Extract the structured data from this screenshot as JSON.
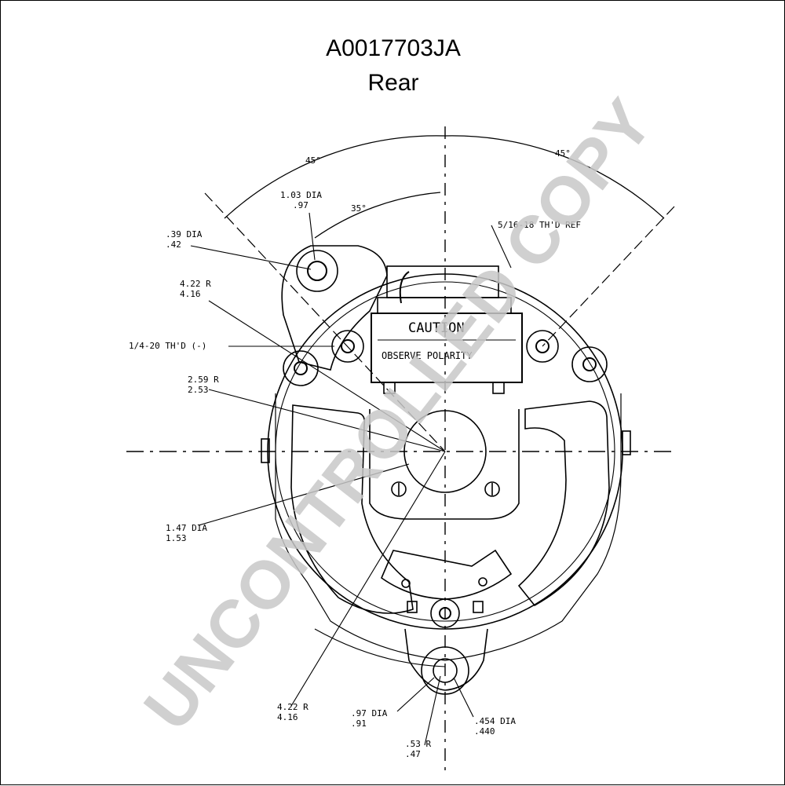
{
  "header": {
    "part_number": "A0017703JA",
    "view": "Rear"
  },
  "dimensions": {
    "angle_left": "45°",
    "angle_right": "45°",
    "angle_inner": "35°",
    "dia_103": "1.03 DIA",
    "dia_103_low": ".97",
    "dia_39": ".39 DIA",
    "dia_39_low": ".42",
    "r_422_top": "4.22 R",
    "r_422_top_low": "4.16",
    "thread_14": "1/4-20 TH'D (-)",
    "r_259": "2.59 R",
    "r_259_low": "2.53",
    "thread_516": "5/16-18 TH'D REF",
    "dia_147": "1.47 DIA",
    "dia_147_low": "1.53",
    "r_422_bot": "4.22 R",
    "r_422_bot_low": "4.16",
    "dia_97": ".97 DIA",
    "dia_97_low": ".91",
    "r_53": ".53 R",
    "r_53_low": ".47",
    "dia_454": ".454 DIA",
    "dia_454_low": ".440"
  },
  "plate": {
    "caution": "CAUTION",
    "observe": "OBSERVE POLARITY"
  },
  "watermark": "UNCONTROLLED COPY"
}
